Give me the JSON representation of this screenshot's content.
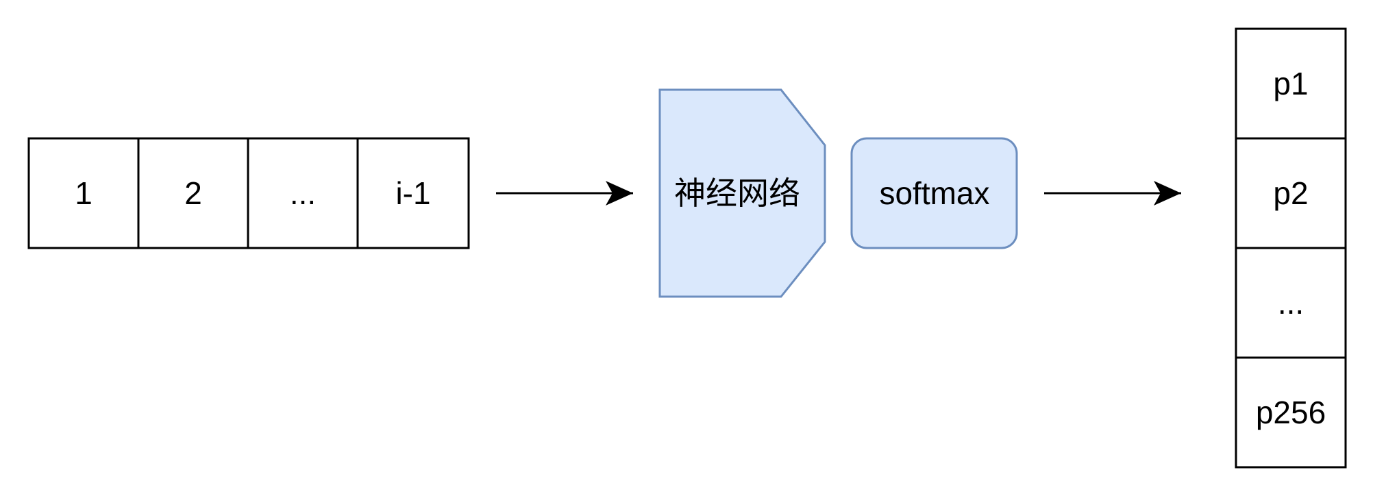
{
  "input_sequence": {
    "cells": [
      "1",
      "2",
      "...",
      "i-1"
    ]
  },
  "neural_network": {
    "label": "神经网络",
    "fill": "#dae8fc",
    "stroke": "#6c8ebf"
  },
  "softmax": {
    "label": "softmax",
    "fill": "#dae8fc",
    "stroke": "#6c8ebf"
  },
  "output_distribution": {
    "cells": [
      "p1",
      "p2",
      "...",
      "p256"
    ]
  }
}
